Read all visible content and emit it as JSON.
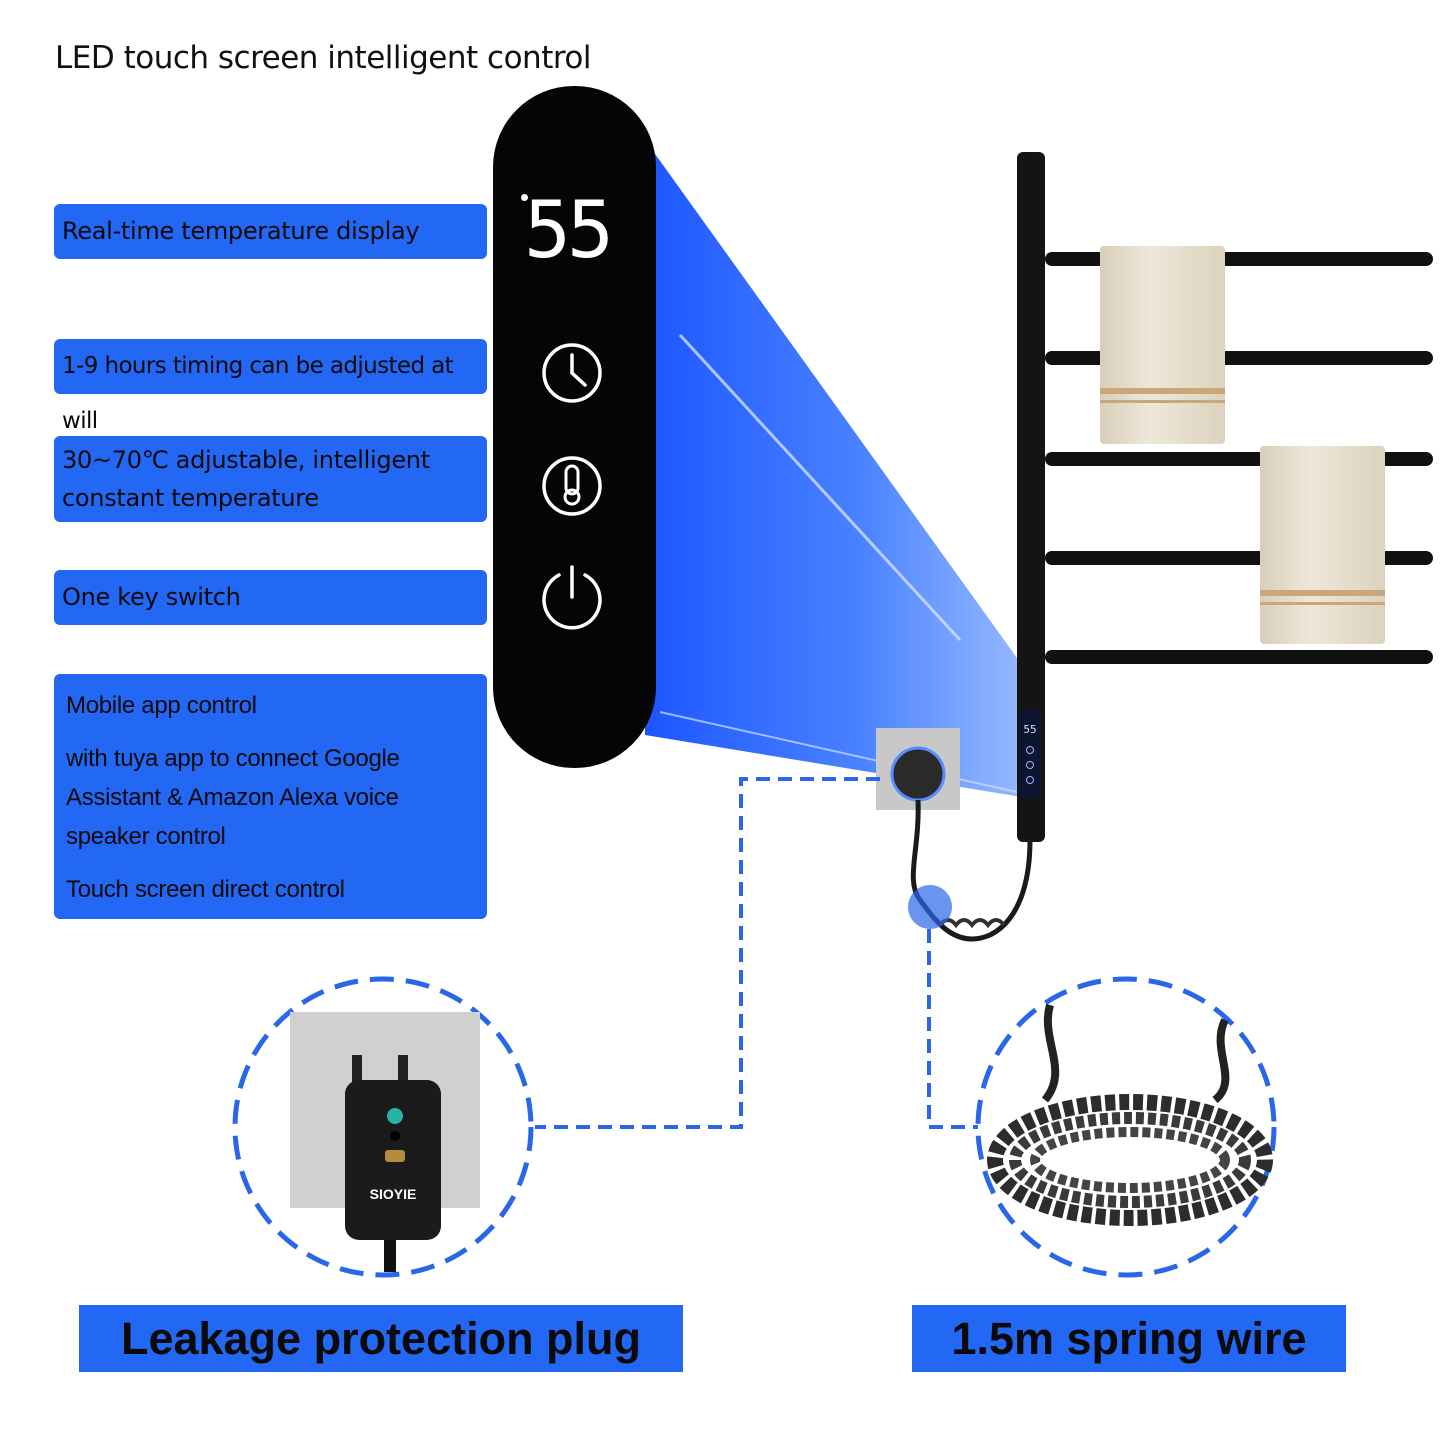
{
  "header": {
    "title": "LED touch screen intelligent control"
  },
  "features": [
    {
      "lines": [
        "Real-time temperature display"
      ]
    },
    {
      "lines": [
        "1-9 hours timing can be adjusted at will"
      ]
    },
    {
      "lines": [
        "30~70℃ adjustable, intelligent",
        "constant temperature"
      ]
    },
    {
      "lines": [
        "One key switch"
      ]
    },
    {
      "lines": [
        "Mobile app control",
        "with tuya app to connect Google",
        "Assistant & Amazon Alexa voice",
        "speaker control",
        "Touch screen direct control"
      ]
    }
  ],
  "panel": {
    "temperature": "55"
  },
  "rack_display": {
    "temperature": "55"
  },
  "plug": {
    "brand": "SIOYIE"
  },
  "callouts": {
    "plug_label": "Leakage protection plug",
    "wire_label": "1.5m spring wire"
  },
  "colors": {
    "accent": "#2367f5",
    "panel": "#050505",
    "rack": "#111111",
    "towel": "#e9e2d2",
    "dashed": "#2a67e8"
  },
  "icons": [
    "clock-icon",
    "thermometer-icon",
    "power-icon"
  ]
}
